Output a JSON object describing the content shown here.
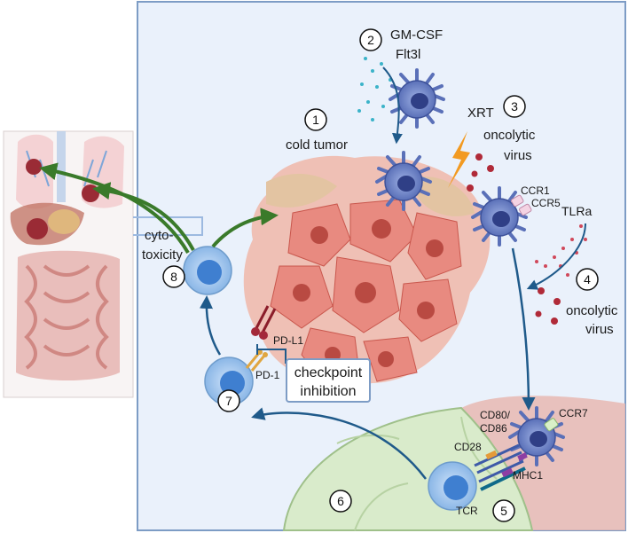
{
  "steps": [
    {
      "n": "1",
      "label": "cold tumor"
    },
    {
      "n": "2",
      "label_line1": "GM-CSF",
      "label_line2": "Flt3l"
    },
    {
      "n": "3",
      "label_top": "XRT",
      "label_line1": "oncolytic",
      "label_line2": "virus"
    },
    {
      "n": "4",
      "label_line1": "oncolytic",
      "label_line2": "virus"
    },
    {
      "n": "5"
    },
    {
      "n": "6"
    },
    {
      "n": "7"
    },
    {
      "n": "8",
      "label_line1": "cyto-",
      "label_line2": "toxicity"
    }
  ],
  "receptors": {
    "ccr1": "CCR1",
    "ccr5": "CCR5",
    "tlra": "TLRa",
    "cd80_line1": "CD80/",
    "cd80_line2": "CD86",
    "ccr7": "CCR7",
    "cd28": "CD28",
    "mhc1": "MHC1",
    "tcr": "TCR",
    "pdl1": "PD-L1",
    "pd1": "PD-1"
  },
  "checkpoint": {
    "line1": "checkpoint",
    "line2": "inhibition"
  },
  "colors": {
    "panel_bg": "#eaf1fb",
    "panel_border": "#7d9cc5",
    "tumor": "#e88a80",
    "tumor_dark": "#c9574d",
    "arrow_blue": "#1f5a8a",
    "arrow_green": "#3a7a2a",
    "dc_cell": "#6f86c8",
    "t_cell": "#9cc3ee",
    "lymph_node": "#d6e9c8",
    "liver": "#e7b9b2"
  },
  "icons": [
    "dendritic-cell-icon",
    "t-cell-icon",
    "tumor-icon",
    "lightning-icon",
    "virus-icon",
    "lymph-node-icon",
    "body-organs-icon"
  ]
}
